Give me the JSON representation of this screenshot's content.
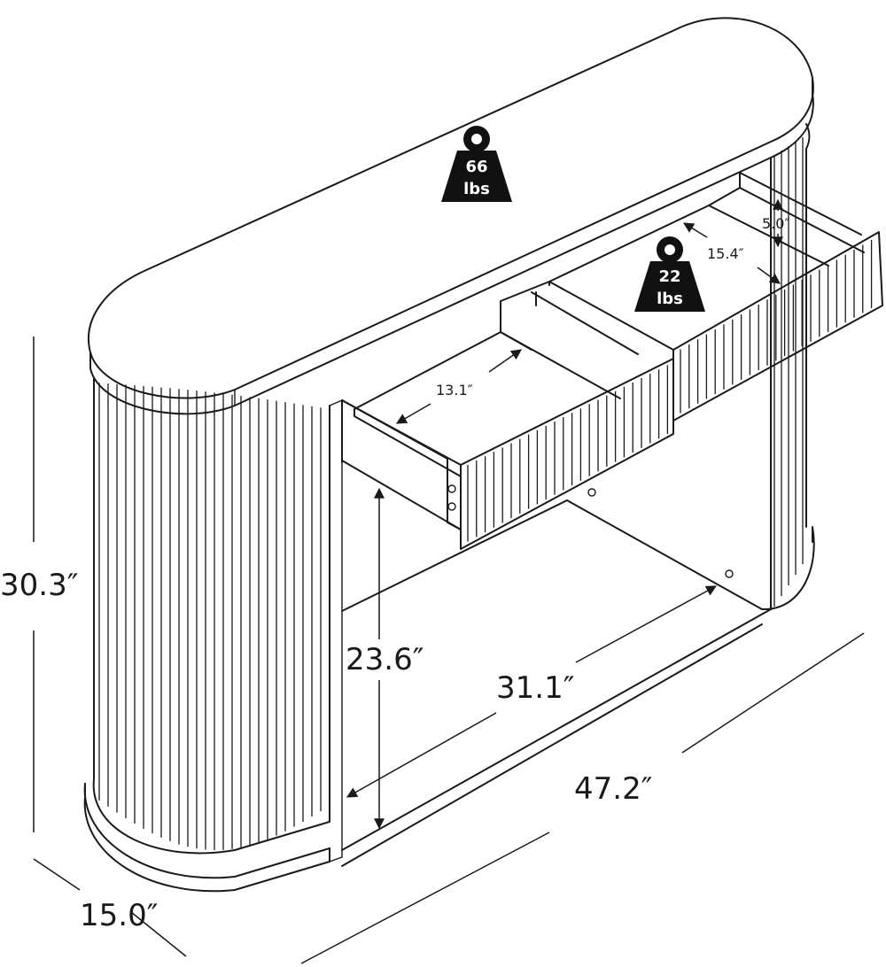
{
  "dimensions": {
    "height": "30.3″",
    "depth": "15.0″",
    "width": "47.2″",
    "inner_width": "31.1″",
    "inner_height": "23.6″",
    "drawer_depth": "13.1″",
    "drawer_inner": "15.4″",
    "drawer_height": "5.0″"
  },
  "weights": {
    "top": {
      "value": "66",
      "unit": "lbs"
    },
    "drawer": {
      "value": "22",
      "unit": "lbs"
    }
  },
  "colors": {
    "line": "#1a1a1a",
    "background": "#ffffff"
  }
}
